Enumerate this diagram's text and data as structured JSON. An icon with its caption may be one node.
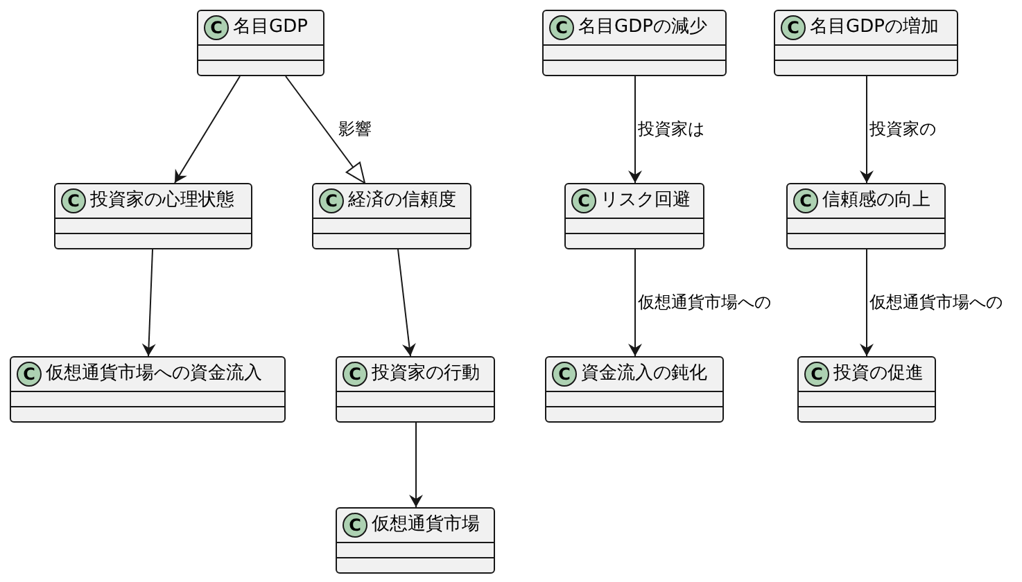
{
  "diagram": {
    "nodes": [
      {
        "text": [
          "C",
          "名目GDP"
        ]
      },
      {
        "text": [
          "C",
          "投資家の心理状態"
        ]
      },
      {
        "text": [
          "C",
          "経済の信頼度"
        ]
      },
      {
        "text": [
          "C",
          "仮想通貨市場への資金流入"
        ]
      },
      {
        "text": [
          "C",
          "投資家の行動"
        ]
      },
      {
        "text": [
          "C",
          "仮想通貨市場"
        ]
      },
      {
        "text": [
          "C",
          "名目GDPの減少"
        ]
      },
      {
        "text": [
          "C",
          "リスク回避"
        ]
      },
      {
        "text": [
          "C",
          "資金流入の鈍化"
        ]
      },
      {
        "text": [
          "C",
          "名目GDPの増加"
        ]
      },
      {
        "text": [
          "C",
          "信頼感の向上"
        ]
      },
      {
        "text": [
          "C",
          "投資の促進"
        ]
      }
    ],
    "edges": [
      {
        "from": 0,
        "to": 1,
        "arrow": "to"
      },
      {
        "from": 0,
        "to": 2,
        "arrow": "to",
        "label": "影響"
      },
      {
        "from": 1,
        "to": 3,
        "arrow": "to"
      },
      {
        "from": 2,
        "to": 4,
        "arrow": "to"
      },
      {
        "from": 4,
        "to": 5,
        "arrow": "to"
      },
      {
        "from": 6,
        "to": 7,
        "arrow": "to",
        "label": "投資家は"
      },
      {
        "from": 7,
        "to": 8,
        "arrow": "to",
        "label": "仮想通貨市場への"
      },
      {
        "from": 9,
        "to": 10,
        "arrow": "to",
        "label": "投資家の"
      },
      {
        "from": 10,
        "to": 11,
        "arrow": "to",
        "label": "仮想通貨市場への"
      }
    ]
  }
}
